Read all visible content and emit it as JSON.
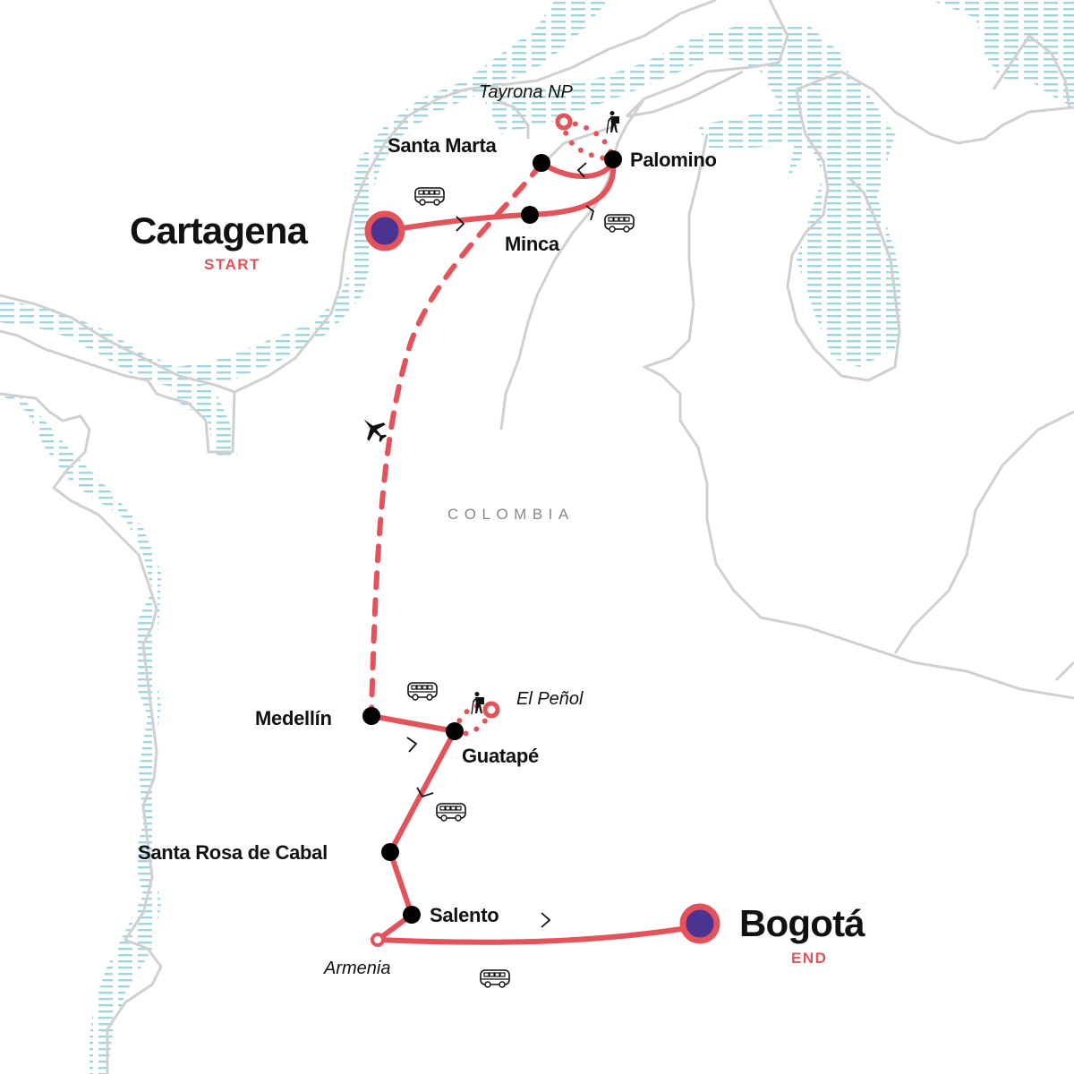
{
  "map": {
    "country_label": "COLOMBIA",
    "colors": {
      "route": "#e4525a",
      "endpoint_fill": "#4b3491",
      "stop": "#000000",
      "border": "#d0d0d0",
      "water_hatch": "#9fd6e0",
      "country_label": "#888888"
    },
    "start": {
      "name": "Cartagena",
      "tag": "START"
    },
    "end": {
      "name": "Bogotá",
      "tag": "END"
    },
    "stops": [
      {
        "name": "Santa Marta"
      },
      {
        "name": "Minca"
      },
      {
        "name": "Palomino"
      },
      {
        "name": "Medellín"
      },
      {
        "name": "Guatapé"
      },
      {
        "name": "Santa Rosa de Cabal"
      },
      {
        "name": "Salento"
      }
    ],
    "side_trips": [
      {
        "name": "Tayrona NP",
        "mode": "hiking"
      },
      {
        "name": "El Peñol",
        "mode": "hiking"
      }
    ],
    "transit_points": [
      {
        "name": "Armenia"
      }
    ],
    "legs": [
      {
        "from": "Cartagena",
        "to": "Minca",
        "mode": "bus"
      },
      {
        "from": "Minca",
        "to": "Palomino",
        "mode": "bus"
      },
      {
        "from": "Palomino",
        "to": "Santa Marta",
        "mode": "bus"
      },
      {
        "from": "Santa Marta",
        "to": "Medellín",
        "mode": "flight"
      },
      {
        "from": "Medellín",
        "to": "Guatapé",
        "mode": "bus"
      },
      {
        "from": "Guatapé",
        "to": "Santa Rosa de Cabal",
        "mode": "bus"
      },
      {
        "from": "Santa Rosa de Cabal",
        "to": "Salento",
        "mode": "bus"
      },
      {
        "from": "Salento",
        "to": "Bogotá",
        "mode": "bus",
        "via": "Armenia"
      }
    ],
    "icons": [
      "bus-icon",
      "plane-icon",
      "hiker-icon",
      "direction-arrow-icon"
    ]
  }
}
